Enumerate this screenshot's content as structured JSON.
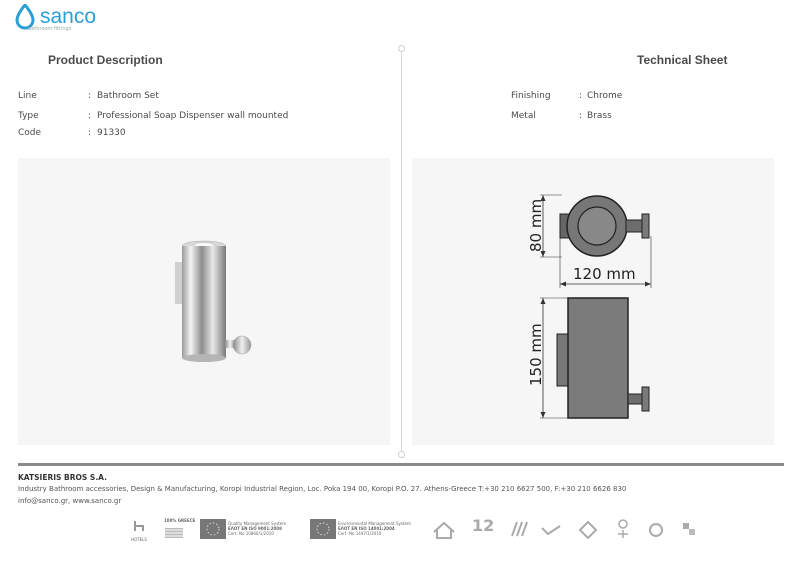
{
  "brand": {
    "name": "sanco",
    "tagline": "bathroom fittings"
  },
  "left": {
    "heading": "Product Description",
    "specs": [
      {
        "label": "Line",
        "value": "Bathroom Set"
      },
      {
        "label": "Type",
        "value": "Professional Soap Dispenser wall mounted"
      },
      {
        "label": "Code",
        "value": "91330"
      }
    ]
  },
  "right": {
    "heading": "Technical Sheet",
    "specs": [
      {
        "label": "Finishing",
        "value": "Chrome"
      },
      {
        "label": "Metal",
        "value": "Brass"
      }
    ],
    "dimensions": {
      "height_top": "80 mm",
      "width": "120 mm",
      "height_side": "150 mm"
    }
  },
  "footer": {
    "company": "KATSIERIS BROS S.A.",
    "address": "Industry Bathroom accessories, Design & Manufacturing, Koropi Industrial Region, Loc. Poka 194 00, Koropi P.O. 27. Athens-Greece   T:+30 210 6627 500, F:+30 210 6626 830",
    "contact": "info@sanco.gr, www.sanco.gr",
    "certs": {
      "qms_line1": "Quality Management System",
      "qms_line2": "ΕΛΟΤ EN ISO 9001:2008",
      "qms_line3": "Cert. No 10860/1/2010",
      "ems_line1": "Environmental Management System",
      "ems_line2": "ΕΛΟΤ EN ISO 14001:2004",
      "ems_line3": "Cert. No 1447/1/2010",
      "badge_greece": "100% GREECE",
      "badge_years": "12",
      "badge_hotels": "HOTELS"
    }
  },
  "colors": {
    "brand_blue": "#2a9fd6",
    "rule_gray": "#8a8a8a",
    "panel_bg": "#f6f6f6"
  }
}
